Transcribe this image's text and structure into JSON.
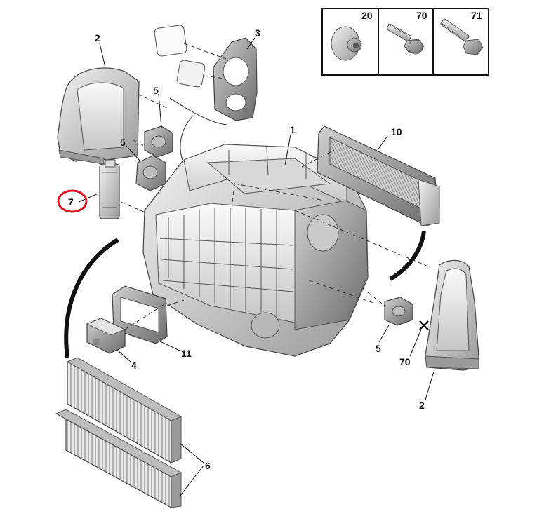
{
  "figure": {
    "type": "exploded-parts-diagram",
    "subject": "HVAC heater / air-conditioning unit assembly",
    "highlight_color": "#e0141e",
    "highlighted_callout": "7"
  },
  "legend": {
    "items": [
      {
        "ref": "20",
        "icon": "nut-washer-icon"
      },
      {
        "ref": "70",
        "icon": "screw-icon"
      },
      {
        "ref": "71",
        "icon": "bolt-icon"
      }
    ]
  },
  "callouts": {
    "c1": "1",
    "c2_top": "2",
    "c2_bottom": "2",
    "c3": "3",
    "c4": "4",
    "c5_a": "5",
    "c5_b": "5",
    "c5_c": "5",
    "c6": "6",
    "c7": "7",
    "c10": "10",
    "c11": "11",
    "c70": "70"
  }
}
